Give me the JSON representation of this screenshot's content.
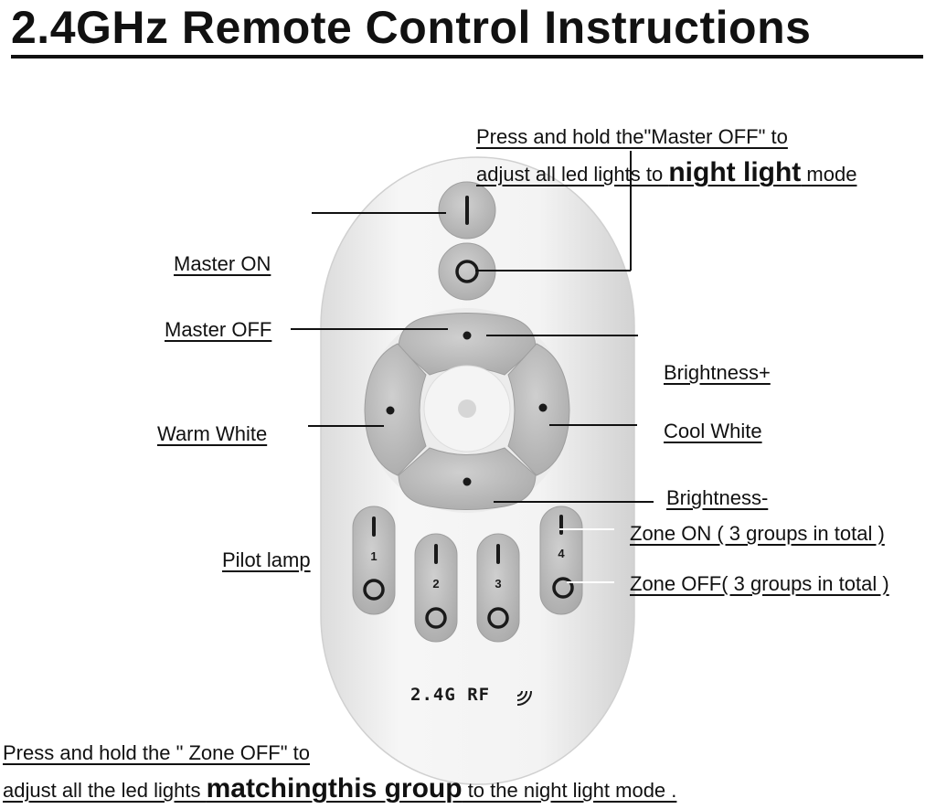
{
  "title": "2.4GHz Remote Control Instructions",
  "labels": {
    "master_off_note_line1": "Press and hold the\"Master OFF\" to",
    "master_off_note_line2_pre": "adjust all led lights to ",
    "master_off_note_line2_bold": "night light",
    "master_off_note_line2_post": " mode",
    "master_on": "Master ON",
    "master_off": "Master OFF",
    "brightness_plus": "Brightness+",
    "warm_white": "Warm White",
    "cool_white": "Cool White",
    "brightness_minus": "Brightness-",
    "pilot_lamp": "Pilot lamp",
    "zone_on": "Zone ON ( 3 groups in total )",
    "zone_off": "Zone OFF( 3 groups in total )",
    "zone_off_note_line1": "Press and hold the \" Zone OFF\" to",
    "zone_off_note_line2_pre": "adjust all the led lights ",
    "zone_off_note_line2_bold": "matchingthis group",
    "zone_off_note_line2_post": " to the night light mode ."
  },
  "remote": {
    "brand_text": "2.4G RF",
    "zones": [
      "1",
      "2",
      "3",
      "4"
    ],
    "colors": {
      "body": "#f2f2f2",
      "button": "#c2c2c2",
      "button_dark": "#a8a8a8",
      "glyph": "#1a1a1a"
    }
  }
}
